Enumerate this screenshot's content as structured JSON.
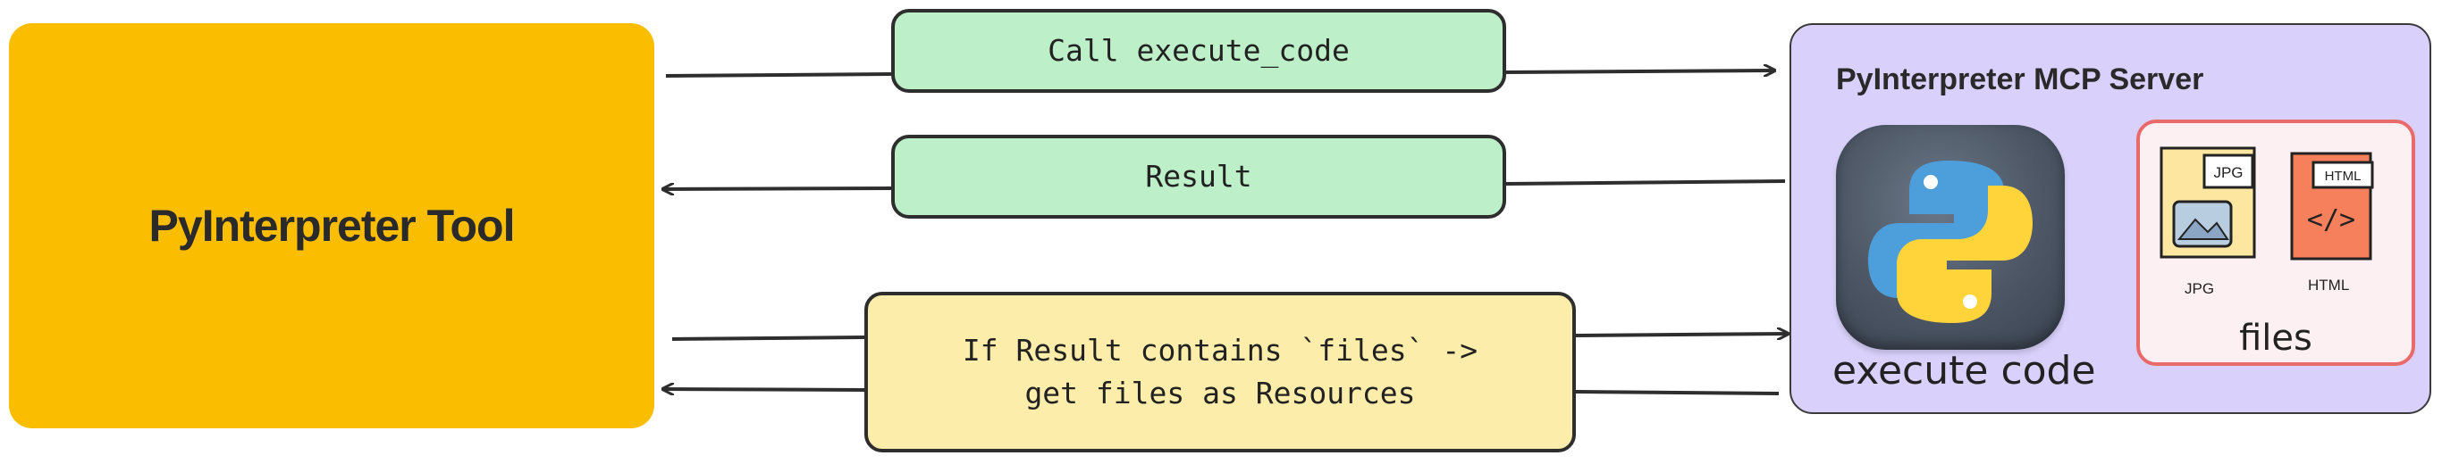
{
  "colors": {
    "tool_box": "#fbbd00",
    "call_box": "#bdf0c9",
    "result_box": "#bdf0c9",
    "files_box": "#fdedaa",
    "server_box": "#d9d1fb",
    "files_panel": "#fdf0f2",
    "arrow": "#2e2e2e"
  },
  "tool": {
    "title": "PyInterpreter Tool"
  },
  "messages": {
    "call": "Call execute_code",
    "result": "Result",
    "files": "If Result contains `files` ->\n get files as Resources"
  },
  "server": {
    "title": "PyInterpreter MCP Server",
    "execute_label": "execute code",
    "files_label": "files",
    "jpg_tag": "JPG",
    "jpg_caption": "JPG",
    "html_tag": "HTML",
    "html_caption": "HTML"
  },
  "icons": {
    "python": "python-logo-icon",
    "jpg_file": "jpg-file-icon",
    "html_file": "html-file-icon"
  }
}
